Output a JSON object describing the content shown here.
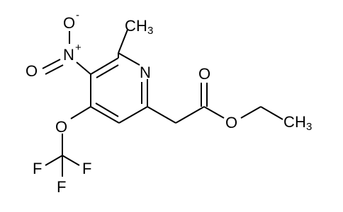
{
  "molecule": {
    "atoms": {
      "ring_n": "N",
      "nitro_n": "N",
      "nitro_n_charge": "+",
      "nitro_o_top": "O",
      "nitro_o_top_charge": "-",
      "nitro_o_left": "O",
      "ether_o": "O",
      "f_left": "F",
      "f_right": "F",
      "f_bottom": "F",
      "carbonyl_o": "O",
      "ester_o": "O",
      "methyl_c": "C",
      "methyl_h": "H",
      "methyl_h_count": "3",
      "ethyl_c": "C",
      "ethyl_h": "H",
      "ethyl_h_count": "3"
    }
  }
}
